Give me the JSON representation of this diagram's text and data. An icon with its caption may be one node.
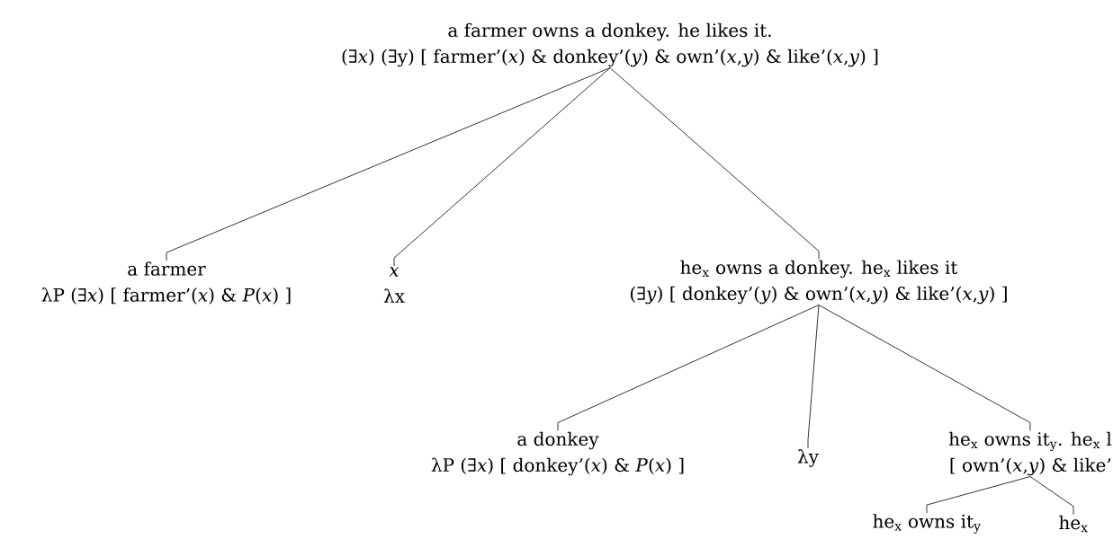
{
  "diagram": {
    "nodes": [
      {
        "text": [
          "a farmer owns a donkey. he likes it.",
          "(∃*x*) (∃y) [ farmer’(*x*) & donkey’(*y*) & own’(*x*,*y*) & like’(*x*,*y*) ]"
        ]
      },
      {
        "text": [
          "a farmer",
          "λP (∃*x*) [ farmer’(*x*) & *P*(*x*) ]"
        ]
      },
      {
        "text": [
          "*x*",
          "λx"
        ]
      },
      {
        "text": [
          "he$_{x}$ owns a donkey. he$_{x}$ likes it",
          "(∃*y*) [ donkey’(*y*) & own’(*x*,*y*) & like’(*x*,*y*) ]"
        ]
      },
      {
        "text": [
          "a donkey",
          "λP (∃*x*) [ donkey’(*x*) & *P*(*x*) ]"
        ]
      },
      {
        "text": [
          "λy"
        ]
      },
      {
        "text": [
          "he$_{x}$ owns it$_{y}$. he$_{x}$ l",
          "[ own’(*x*,*y*) & like’"
        ]
      },
      {
        "text": [
          "he$_{x}$ owns it$_{y}$"
        ]
      },
      {
        "text": [
          "he$_{x}$"
        ]
      }
    ],
    "edges": [
      {
        "from": 0,
        "to": 1,
        "arrow": "none"
      },
      {
        "from": 0,
        "to": 2,
        "arrow": "none"
      },
      {
        "from": 0,
        "to": 3,
        "arrow": "none"
      },
      {
        "from": 3,
        "to": 4,
        "arrow": "none"
      },
      {
        "from": 3,
        "to": 5,
        "arrow": "none"
      },
      {
        "from": 3,
        "to": 6,
        "arrow": "none"
      },
      {
        "from": 6,
        "to": 7,
        "arrow": "none"
      },
      {
        "from": 6,
        "to": 8,
        "arrow": "none"
      }
    ]
  }
}
